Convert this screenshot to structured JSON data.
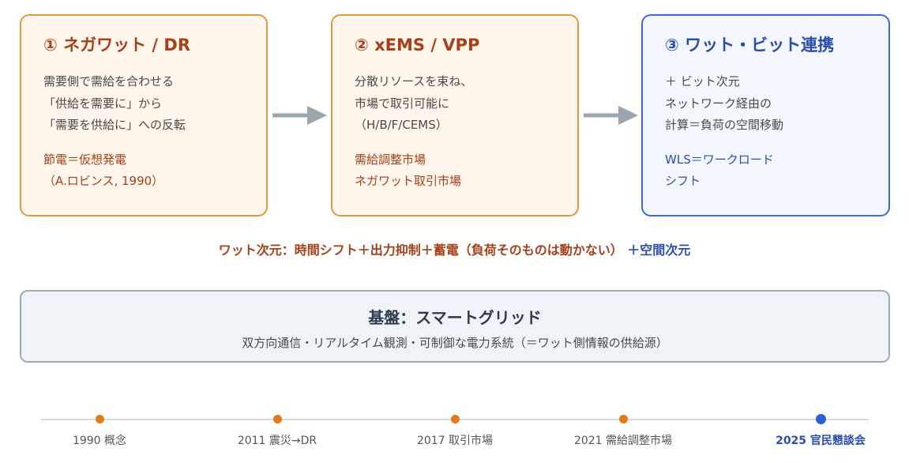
{
  "cards": [
    {
      "title": "① ネガワット / DR",
      "lines": [
        "需要側で需給を合わせる",
        "「供給を需要に」から",
        "「需要を供給に」への反転"
      ],
      "notes": [
        "節電＝仮想発電",
        "（A.ロビンス, 1990）"
      ]
    },
    {
      "title": "② xEMS / VPP",
      "lines": [
        "分散リソースを束ね、",
        "市場で取引可能に",
        "（H/B/F/CEMS）"
      ],
      "notes": [
        "需給調整市場",
        "ネガワット取引市場"
      ]
    },
    {
      "title": "③ ワット・ビット連携",
      "lines": [
        "＋ ビット次元",
        "ネットワーク経由の",
        "計算＝負荷の空間移動"
      ],
      "notes": [
        "WLS＝ワークロード",
        "シフト"
      ]
    }
  ],
  "summary": {
    "watt": "ワット次元：時間シフト＋出力抑制＋蓄電（負荷そのものは動かない）",
    "space": "＋空間次元"
  },
  "foundation": {
    "title": "基盤：スマートグリッド",
    "subtitle": "双方向通信・リアルタイム観測・可制御な電力系統（＝ワット側情報の供給源）"
  },
  "timeline": [
    {
      "label": "1990 概念",
      "active": false
    },
    {
      "label": "2011 震災→DR",
      "active": false
    },
    {
      "label": "2017 取引市場",
      "active": false
    },
    {
      "label": "2021 需給調整市場",
      "active": false
    },
    {
      "label": "2025 官民懇談会",
      "active": true
    }
  ],
  "colors": {
    "orange_accent": "#e09a3e",
    "watt_text": "#a5401a",
    "blue_accent": "#3a6bd9",
    "bit_text": "#2b4fa8",
    "arrow": "#9ca4ae"
  }
}
